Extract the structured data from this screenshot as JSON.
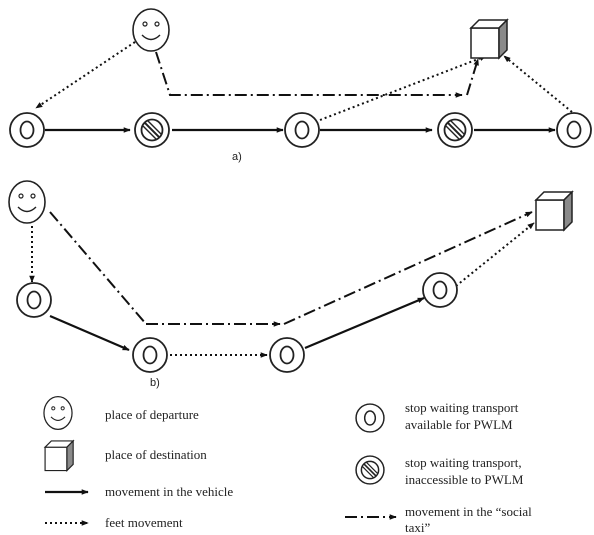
{
  "panels": {
    "a": "a)",
    "b": "b)"
  },
  "legend": {
    "departure": "place of departure",
    "destination": "place of destination",
    "vehicle": "movement in the vehicle",
    "feet": "feet movement",
    "stop_available": [
      "stop waiting transport",
      "available for PWLM"
    ],
    "stop_inaccessible": [
      "stop waiting transport,",
      "inaccessible to PWLM"
    ],
    "social_taxi": [
      "movement in the “social",
      "taxi”"
    ]
  },
  "icons": {
    "departure": "smiley-face-icon",
    "destination": "cube-icon",
    "stop_available": "concentric-circles-icon",
    "stop_inaccessible": "prohibited-circle-icon"
  }
}
